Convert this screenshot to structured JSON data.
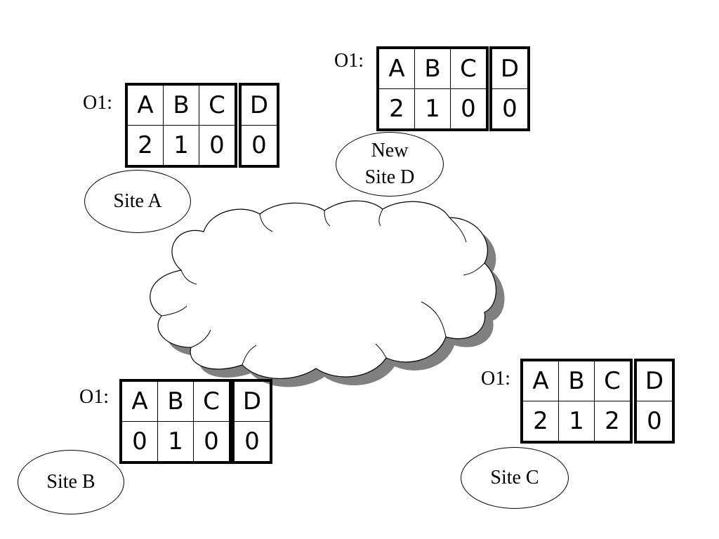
{
  "cloud": {
    "shadow_color": "#808080",
    "fill": "#ffffff",
    "stroke": "#000000"
  },
  "sites": [
    {
      "id": "A",
      "object_label": "O1:",
      "headers": [
        "A",
        "B",
        "C"
      ],
      "values": [
        "2",
        "1",
        "0"
      ],
      "extra_header": "D",
      "extra_value": "0",
      "name": "Site A"
    },
    {
      "id": "D",
      "object_label": "O1:",
      "headers": [
        "A",
        "B",
        "C"
      ],
      "values": [
        "2",
        "1",
        "0"
      ],
      "extra_header": "D",
      "extra_value": "0",
      "name_line1": "New",
      "name_line2": "Site D"
    },
    {
      "id": "B",
      "object_label": "O1:",
      "headers": [
        "A",
        "B",
        "C"
      ],
      "values": [
        "0",
        "1",
        "0"
      ],
      "extra_header": "D",
      "extra_value": "0",
      "name": "Site B"
    },
    {
      "id": "C",
      "object_label": "O1:",
      "headers": [
        "A",
        "B",
        "C"
      ],
      "values": [
        "2",
        "1",
        "2"
      ],
      "extra_header": "D",
      "extra_value": "0",
      "name": "Site C"
    }
  ]
}
